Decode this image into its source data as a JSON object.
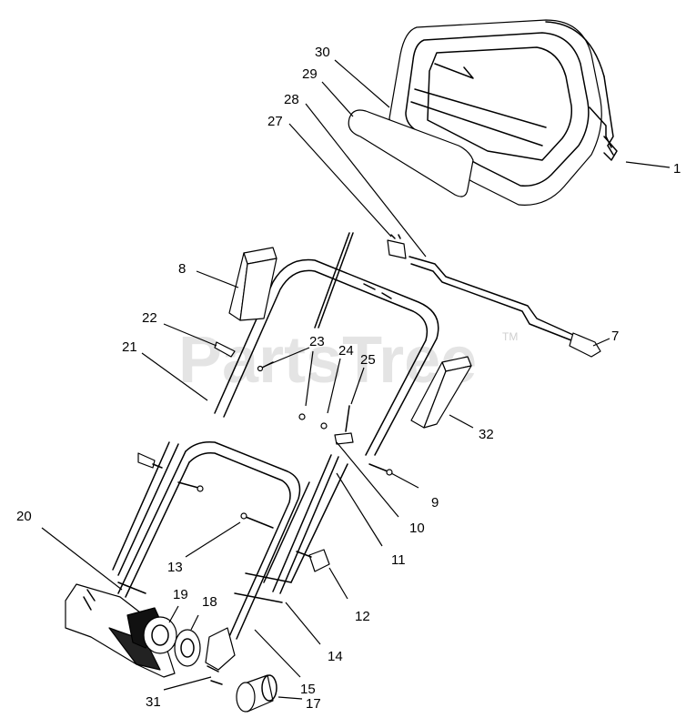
{
  "watermark": {
    "text": "PartsTree",
    "tm": "TM"
  },
  "callouts": [
    {
      "id": "c1",
      "label": "1"
    },
    {
      "id": "c7",
      "label": "7"
    },
    {
      "id": "c8",
      "label": "8"
    },
    {
      "id": "c9",
      "label": "9"
    },
    {
      "id": "c10",
      "label": "10"
    },
    {
      "id": "c11",
      "label": "11"
    },
    {
      "id": "c12",
      "label": "12"
    },
    {
      "id": "c13",
      "label": "13"
    },
    {
      "id": "c14",
      "label": "14"
    },
    {
      "id": "c15",
      "label": "15"
    },
    {
      "id": "c17",
      "label": "17"
    },
    {
      "id": "c18",
      "label": "18"
    },
    {
      "id": "c19",
      "label": "19"
    },
    {
      "id": "c20",
      "label": "20"
    },
    {
      "id": "c21",
      "label": "21"
    },
    {
      "id": "c22",
      "label": "22"
    },
    {
      "id": "c23",
      "label": "23"
    },
    {
      "id": "c24",
      "label": "24"
    },
    {
      "id": "c25",
      "label": "25"
    },
    {
      "id": "c27",
      "label": "27"
    },
    {
      "id": "c28",
      "label": "28"
    },
    {
      "id": "c29",
      "label": "29"
    },
    {
      "id": "c30",
      "label": "30"
    },
    {
      "id": "c31",
      "label": "31"
    },
    {
      "id": "c32",
      "label": "32"
    }
  ]
}
